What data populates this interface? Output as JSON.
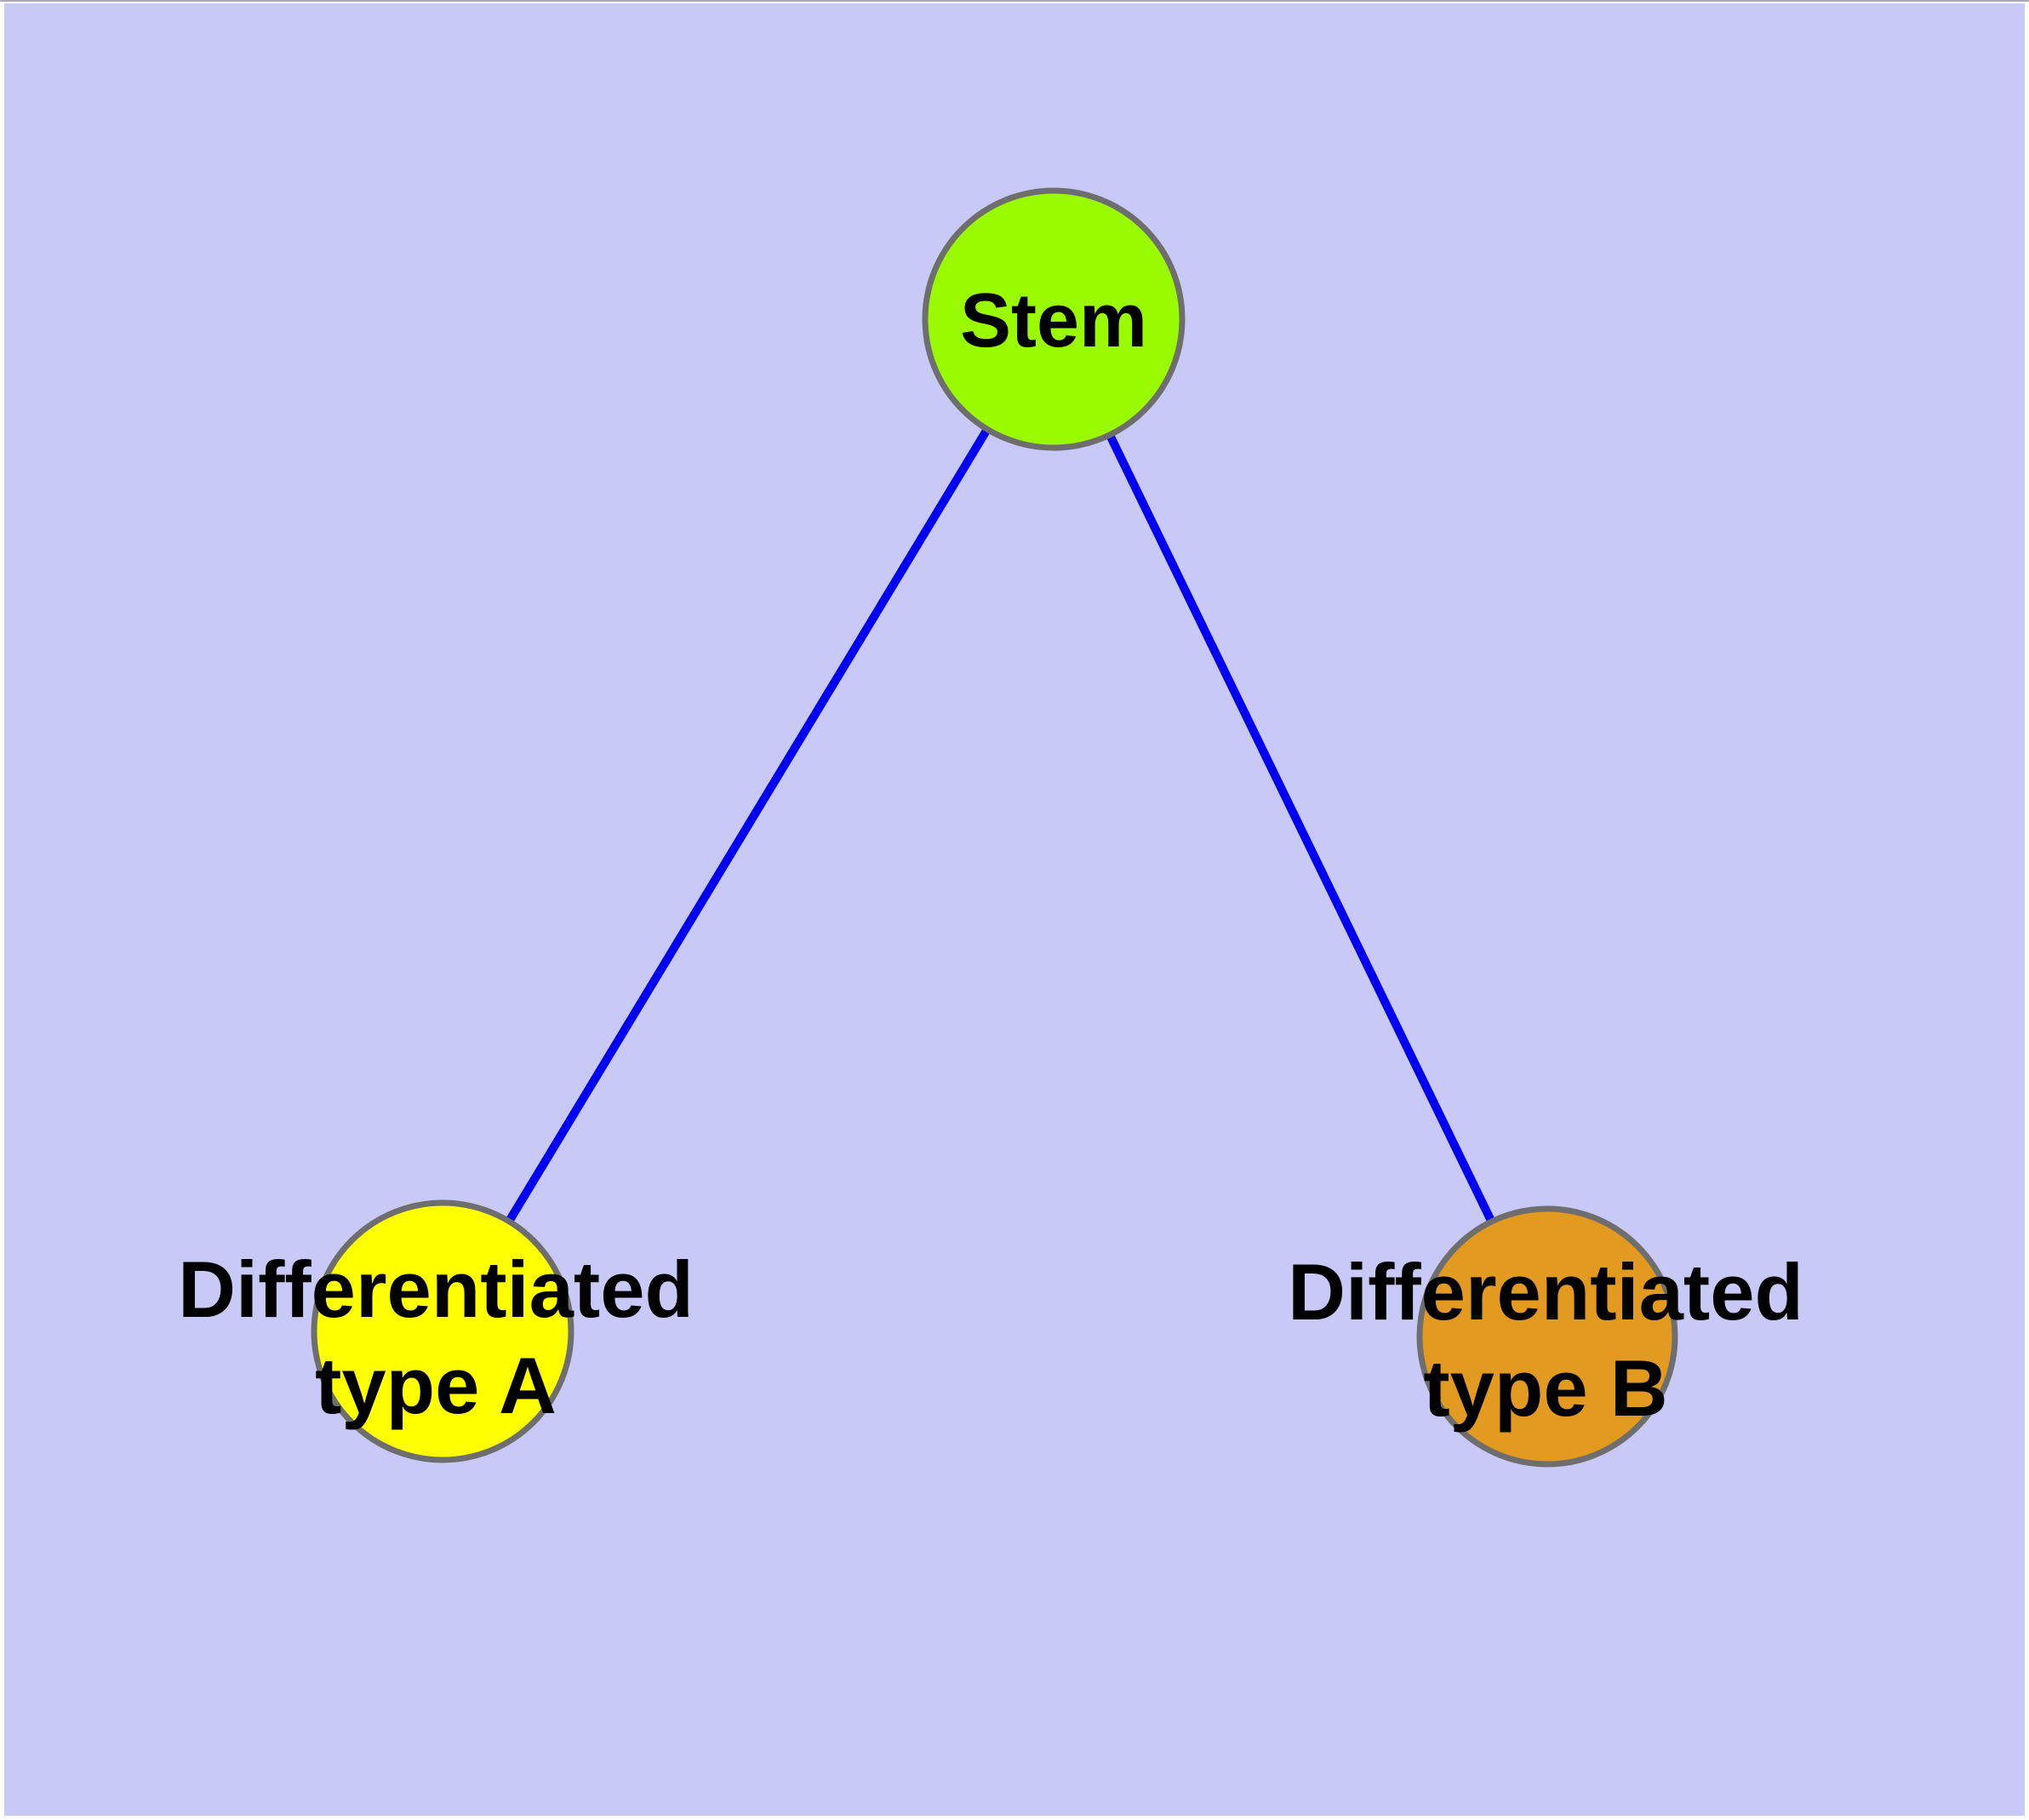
{
  "diagram": {
    "type": "graph",
    "description": "Cell differentiation tree: one stem node connected to two differentiated cell-type nodes",
    "background_color": "#C9C9F8",
    "frame_color": "#FFFFFF",
    "edge_color": "#0000EE",
    "node_border_color": "#6E6E6E",
    "label_color": "#000000",
    "nodes": [
      {
        "id": "stem",
        "label": "Stem",
        "color": "#9AFB00"
      },
      {
        "id": "type_a",
        "label_line1": "Differentiated",
        "label_line2": "type A",
        "color": "#FFFF00"
      },
      {
        "id": "type_b",
        "label_line1": "Differentiated",
        "label_line2": "type B",
        "color": "#E39A21"
      }
    ],
    "edges": [
      {
        "from": "Stem",
        "to": "Differentiated type A"
      },
      {
        "from": "Stem",
        "to": "Differentiated type B"
      }
    ]
  }
}
